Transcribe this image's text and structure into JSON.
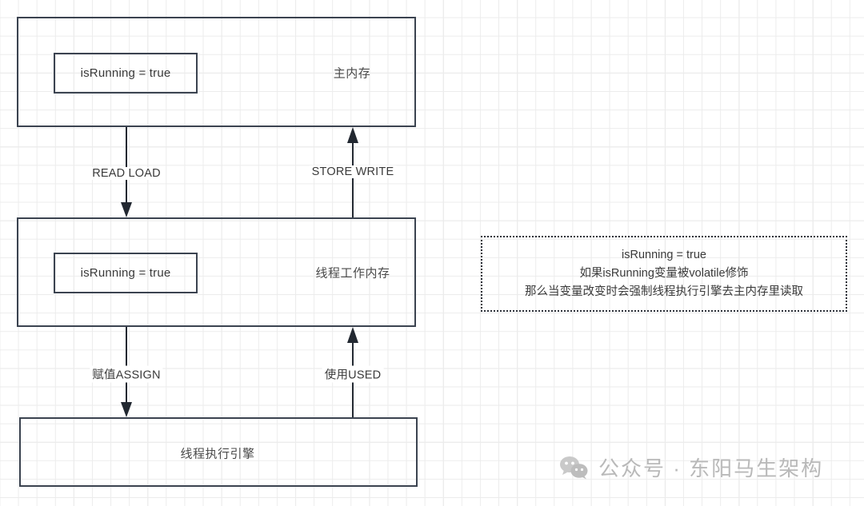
{
  "diagram": {
    "title": "Java Memory Model volatile diagram",
    "boxes": [
      {
        "id": "main-memory",
        "title": "主内存",
        "inner_label": "isRunning = true"
      },
      {
        "id": "thread-working-memory",
        "title": "线程工作内存",
        "inner_label": "isRunning = true"
      },
      {
        "id": "thread-execution-engine",
        "title": "线程执行引擎",
        "inner_label": ""
      }
    ],
    "arrows": [
      {
        "id": "read-load",
        "label": "READ LOAD",
        "direction": "down"
      },
      {
        "id": "store-write",
        "label": "STORE WRITE",
        "direction": "up"
      },
      {
        "id": "assign",
        "label": "赋值ASSIGN",
        "direction": "down"
      },
      {
        "id": "used",
        "label": "使用USED",
        "direction": "up"
      }
    ],
    "note": {
      "lines": [
        "isRunning = true",
        "如果isRunning变量被volatile修饰",
        "那么当变量改变时会强制线程执行引擎去主内存里读取"
      ]
    }
  },
  "watermark": {
    "icon": "wechat-icon",
    "text": "公众号 · 东阳马生架构"
  },
  "colors": {
    "box_border": "#3b4350",
    "arrow": "#222831",
    "text": "#3a3a3a",
    "grid_minor": "#ececec",
    "grid_major": "#e2e2e2",
    "watermark": "#b9b9b9"
  }
}
